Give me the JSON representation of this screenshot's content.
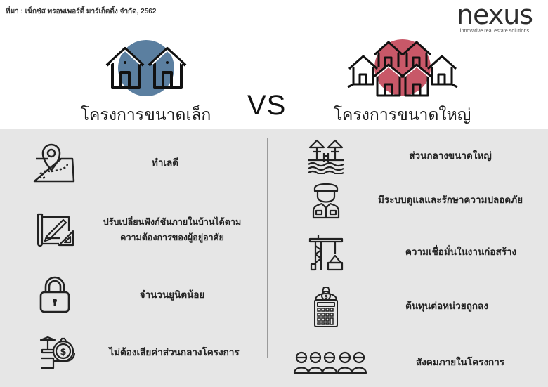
{
  "header": {
    "source": "ที่มา : เน็กซัส พรอพเพอร์ตี้ มาร์เก็ตติ้ง จำกัด, 2562",
    "logo": {
      "word": "nexus",
      "tagline": "innovative real estate solutions"
    }
  },
  "comparison": {
    "vs_label": "VS",
    "colors": {
      "small_accent": "#5b7fa0",
      "large_accent": "#c85868",
      "panel_bg": "#e6e6e6",
      "divider": "#9a9a9a"
    },
    "left": {
      "title": "โครงการขนาดเล็ก",
      "icon": "two-houses-icon",
      "items": [
        {
          "icon": "map-pin-icon",
          "text": "ทำเลดี"
        },
        {
          "icon": "blueprint-pencil-icon",
          "text": "ปรับเปลี่ยนฟังก์ชันภายในบ้านได้ตาม",
          "text2": "ความต้องการของผู้อยู่อาศัย"
        },
        {
          "icon": "padlock-icon",
          "text": "จำนวนยูนิตน้อย"
        },
        {
          "icon": "money-bag-hand-icon",
          "text": "ไม่ต้องเสียค่าส่วนกลางโครงการ"
        }
      ]
    },
    "right": {
      "title": "โครงการขนาดใหญ่",
      "icon": "house-cluster-icon",
      "items": [
        {
          "icon": "pool-pavilion-icon",
          "text": "ส่วนกลางขนาดใหญ่"
        },
        {
          "icon": "security-guard-icon",
          "text": "มีระบบดูแลและรักษาความปลอดภัย"
        },
        {
          "icon": "construction-crane-icon",
          "text": "ความเชื่อมั่นในงานก่อสร้าง"
        },
        {
          "icon": "calculator-money-icon",
          "text": "ต้นทุนต่อหน่วยถูกลง"
        },
        {
          "icon": "community-people-icon",
          "text": "สังคมภายในโครงการ"
        }
      ]
    }
  }
}
